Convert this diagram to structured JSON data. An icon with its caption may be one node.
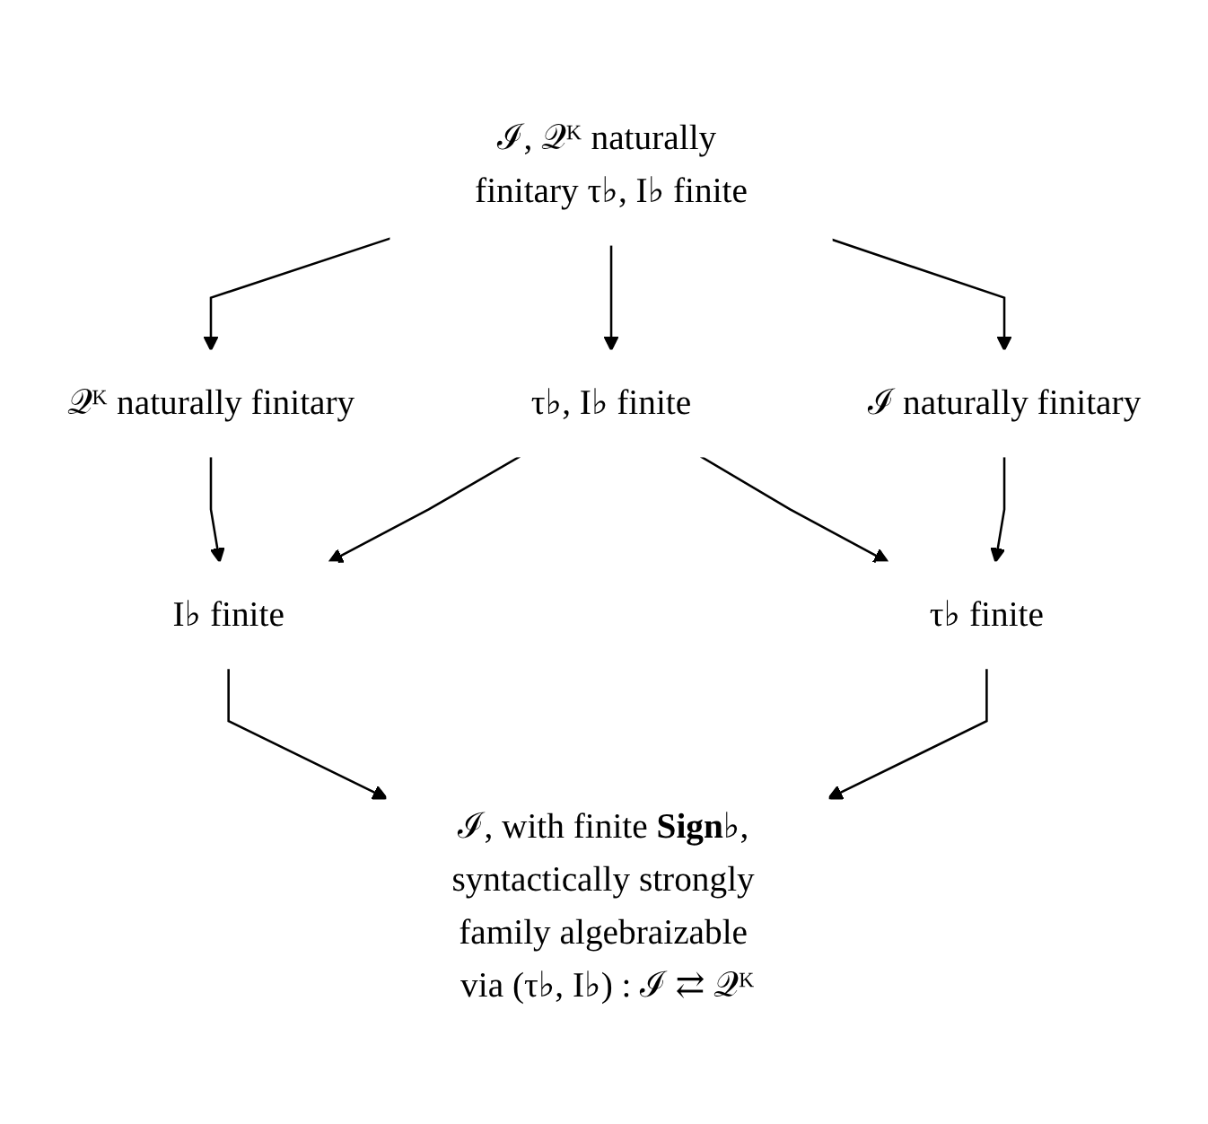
{
  "diagram": {
    "nodes": [
      {
        "text": [
          "ℐ, 𝒬ᴷ naturally finitary τ♭, I♭ finite"
        ]
      },
      {
        "text": [
          "𝒬ᴷ naturally finitary"
        ]
      },
      {
        "text": [
          "τ♭, I♭ finite"
        ]
      },
      {
        "text": [
          "ℐ naturally finitary"
        ]
      },
      {
        "text": [
          "I♭ finite"
        ]
      },
      {
        "text": [
          "τ♭ finite"
        ]
      },
      {
        "text": [
          "ℐ, with finite **Sign**♭, syntactically strongly family algebraizable via (τ♭, I♭) : ℐ ⇄ 𝒬ᴷ"
        ]
      }
    ],
    "edges": [
      {
        "from": 0,
        "to": 1,
        "arrow": "to"
      },
      {
        "from": 0,
        "to": 2,
        "arrow": "to"
      },
      {
        "from": 0,
        "to": 3,
        "arrow": "to"
      },
      {
        "from": 1,
        "to": 4,
        "arrow": "to"
      },
      {
        "from": 2,
        "to": 4,
        "arrow": "to"
      },
      {
        "from": 2,
        "to": 5,
        "arrow": "to"
      },
      {
        "from": 3,
        "to": 5,
        "arrow": "to"
      },
      {
        "from": 4,
        "to": 6,
        "arrow": "to"
      },
      {
        "from": 5,
        "to": 6,
        "arrow": "to"
      }
    ]
  }
}
